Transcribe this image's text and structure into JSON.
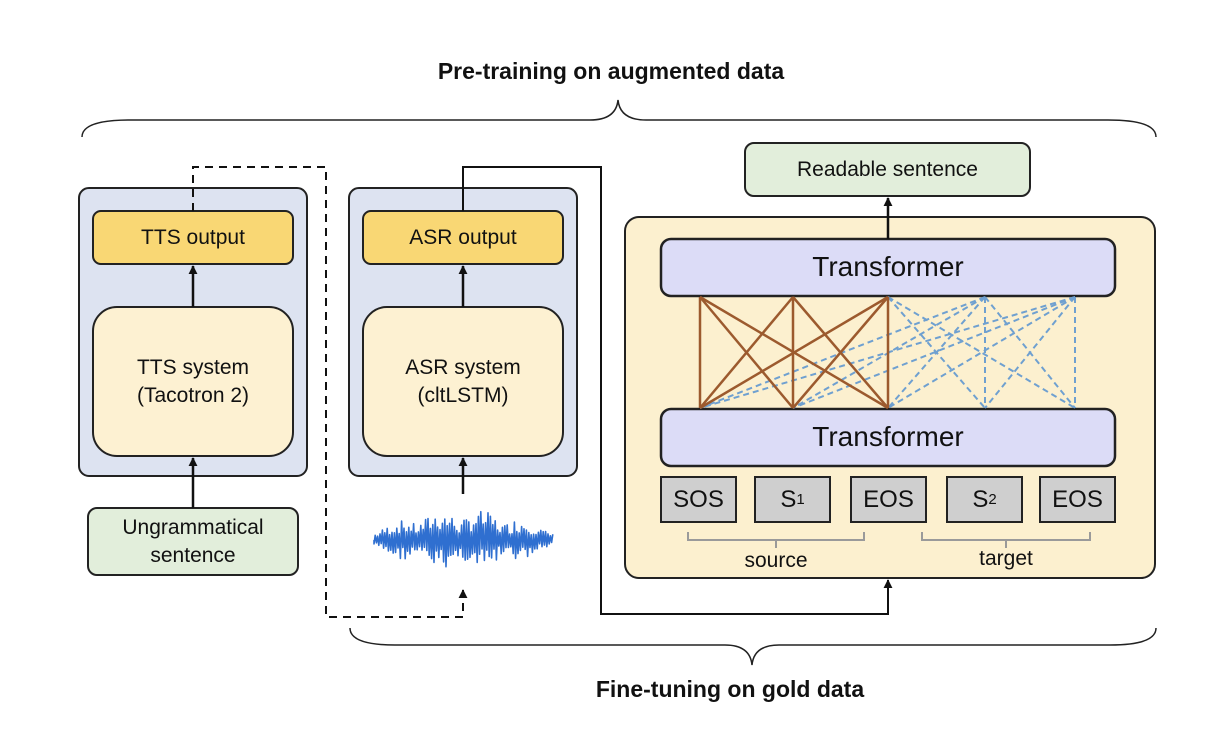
{
  "titles": {
    "pretraining": "Pre-training on augmented data",
    "finetuning": "Fine-tuning on gold data"
  },
  "tts": {
    "output": "TTS output",
    "system_line1": "TTS system",
    "system_line2": "(Tacotron 2)",
    "input_line1": "Ungrammatical",
    "input_line2": "sentence"
  },
  "asr": {
    "output": "ASR output",
    "system_line1": "ASR system",
    "system_line2": "(cltLSTM)",
    "input_icon": "audio-waveform-icon"
  },
  "model": {
    "output": "Readable sentence",
    "top_block": "Transformer",
    "bottom_block": "Transformer",
    "tokens": [
      {
        "main": "SOS",
        "sub": ""
      },
      {
        "main": "S",
        "sub": "1"
      },
      {
        "main": "EOS",
        "sub": ""
      },
      {
        "main": "S",
        "sub": "2"
      },
      {
        "main": "EOS",
        "sub": ""
      }
    ],
    "source_label": "source",
    "target_label": "target"
  },
  "colors": {
    "panel_fill": "#dde3f1",
    "system_fill": "#fdf1d2",
    "output_fill": "#f9d774",
    "green_fill": "#e2eedb",
    "transformer_fill": "#dcdcf7",
    "outer_fill": "#fcf0cf",
    "token_fill": "#cfcfcf",
    "solid_attention": "#9c5a2e",
    "dashed_attention": "#6fa0d0"
  }
}
